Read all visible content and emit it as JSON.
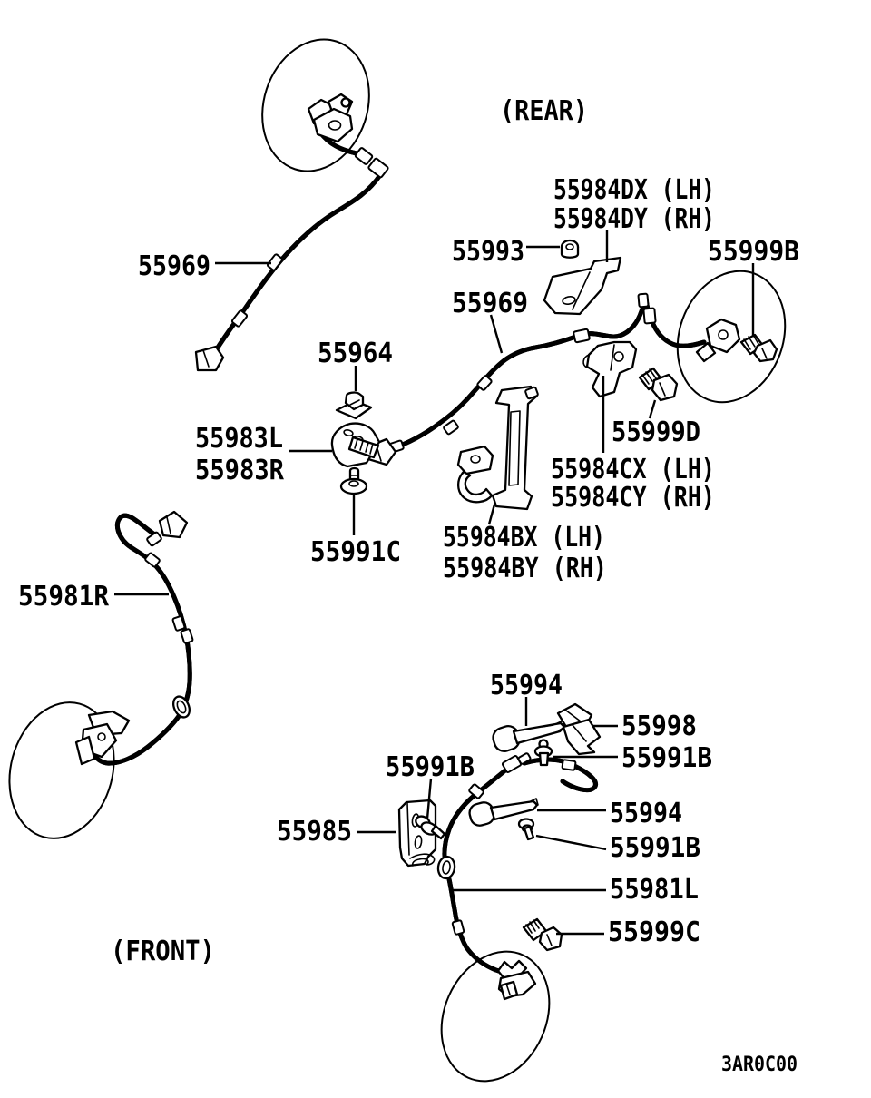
{
  "diagram": {
    "code": "3AR0C00",
    "sections": {
      "rear": "(REAR)",
      "front": "(FRONT)"
    },
    "colors": {
      "line": "#000000",
      "background": "#ffffff"
    },
    "parts": {
      "p55969_rear_right": "55969",
      "p55984dx": "55984DX (LH)",
      "p55984dy": "55984DY (RH)",
      "p55993": "55993",
      "p55999b": "55999B",
      "p55969_rear_left": "55969",
      "p55964": "55964",
      "p55983l": "55983L",
      "p55983r": "55983R",
      "p55991c": "55991C",
      "p55999d": "55999D",
      "p55984cx": "55984CX (LH)",
      "p55984cy": "55984CY (RH)",
      "p55984bx": "55984BX (LH)",
      "p55984by": "55984BY (RH)",
      "p55981r": "55981R",
      "p55994_upper": "55994",
      "p55998": "55998",
      "p55991b_right_upper": "55991B",
      "p55991b_left": "55991B",
      "p55994_lower": "55994",
      "p55991b_right_lower": "55991B",
      "p55981l": "55981L",
      "p55999c": "55999C",
      "p55985": "55985"
    }
  }
}
